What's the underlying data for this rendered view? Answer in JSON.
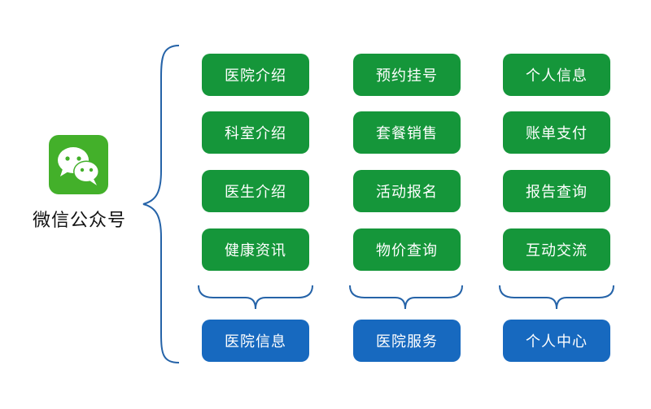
{
  "app": {
    "name": "微信公众号",
    "logo_icon": "wechat-icon"
  },
  "columns": [
    {
      "items": [
        "医院介绍",
        "科室介绍",
        "医生介绍",
        "健康资讯"
      ],
      "category": "医院信息"
    },
    {
      "items": [
        "预约挂号",
        "套餐销售",
        "活动报名",
        "物价查询"
      ],
      "category": "医院服务"
    },
    {
      "items": [
        "个人信息",
        "账单支付",
        "报告查询",
        "互动交流"
      ],
      "category": "个人中心"
    }
  ],
  "colors": {
    "item": "#15963a",
    "category": "#1769bf",
    "brace": "#2563a8",
    "logo": "#43b02a"
  }
}
